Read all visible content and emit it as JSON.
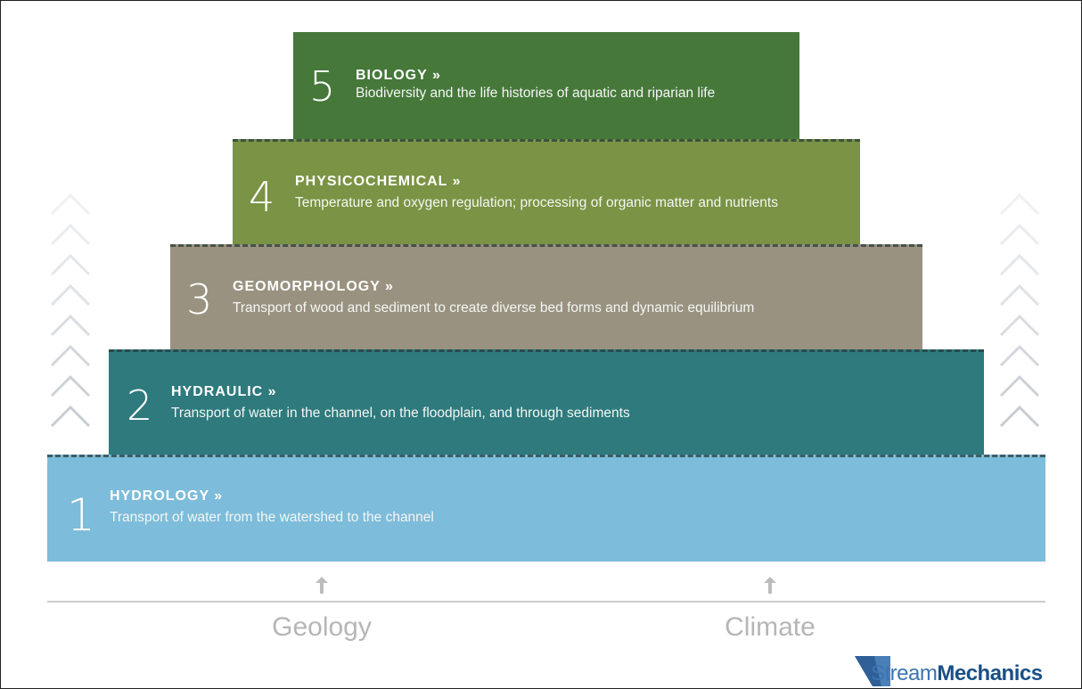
{
  "tiers": [
    {
      "number": "5",
      "title": "BIOLOGY »",
      "description": "Biodiversity and the life histories of aquatic and riparian life",
      "color": "#46783a"
    },
    {
      "number": "4",
      "title": "PHYSICOCHEMICAL »",
      "description": "Temperature and oxygen regulation; processing of organic matter and nutrients",
      "color": "#7a9344"
    },
    {
      "number": "3",
      "title": "GEOMORPHOLOGY »",
      "description": "Transport of wood and sediment to create diverse bed forms and dynamic equilibrium",
      "color": "#9a9280"
    },
    {
      "number": "2",
      "title": "HYDRAULIC »",
      "description": "Transport of water in the channel, on the floodplain, and through sediments",
      "color": "#2e7a7d"
    },
    {
      "number": "1",
      "title": "HYDROLOGY »",
      "description": "Transport of water from the watershed to the channel",
      "color": "#7dbcda"
    }
  ],
  "drivers": {
    "geology": "Geology",
    "climate": "Climate",
    "arrow_icon": "up-arrow-icon"
  },
  "side_icons": "chevron-up-stack-icon",
  "logo": {
    "text_a": "Stream",
    "text_b": "Mechanics"
  }
}
